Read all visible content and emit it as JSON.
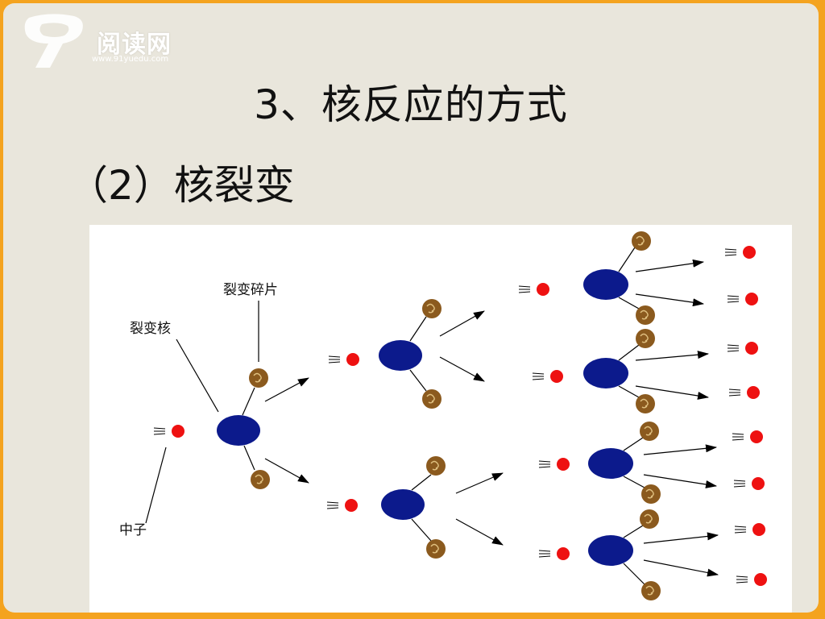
{
  "logo": {
    "text": "阅读网",
    "url": "www.91yuedu.com"
  },
  "title": "3、核反应的方式",
  "subtitle": "（2）核裂变",
  "diagram": {
    "labels": {
      "fragment": "裂变碎片",
      "nucleus": "裂变核",
      "neutron": "中子"
    },
    "colors": {
      "nucleus": "#0c1a8c",
      "neutron": "#ee1111",
      "fragment": "#8b5a1e"
    }
  }
}
